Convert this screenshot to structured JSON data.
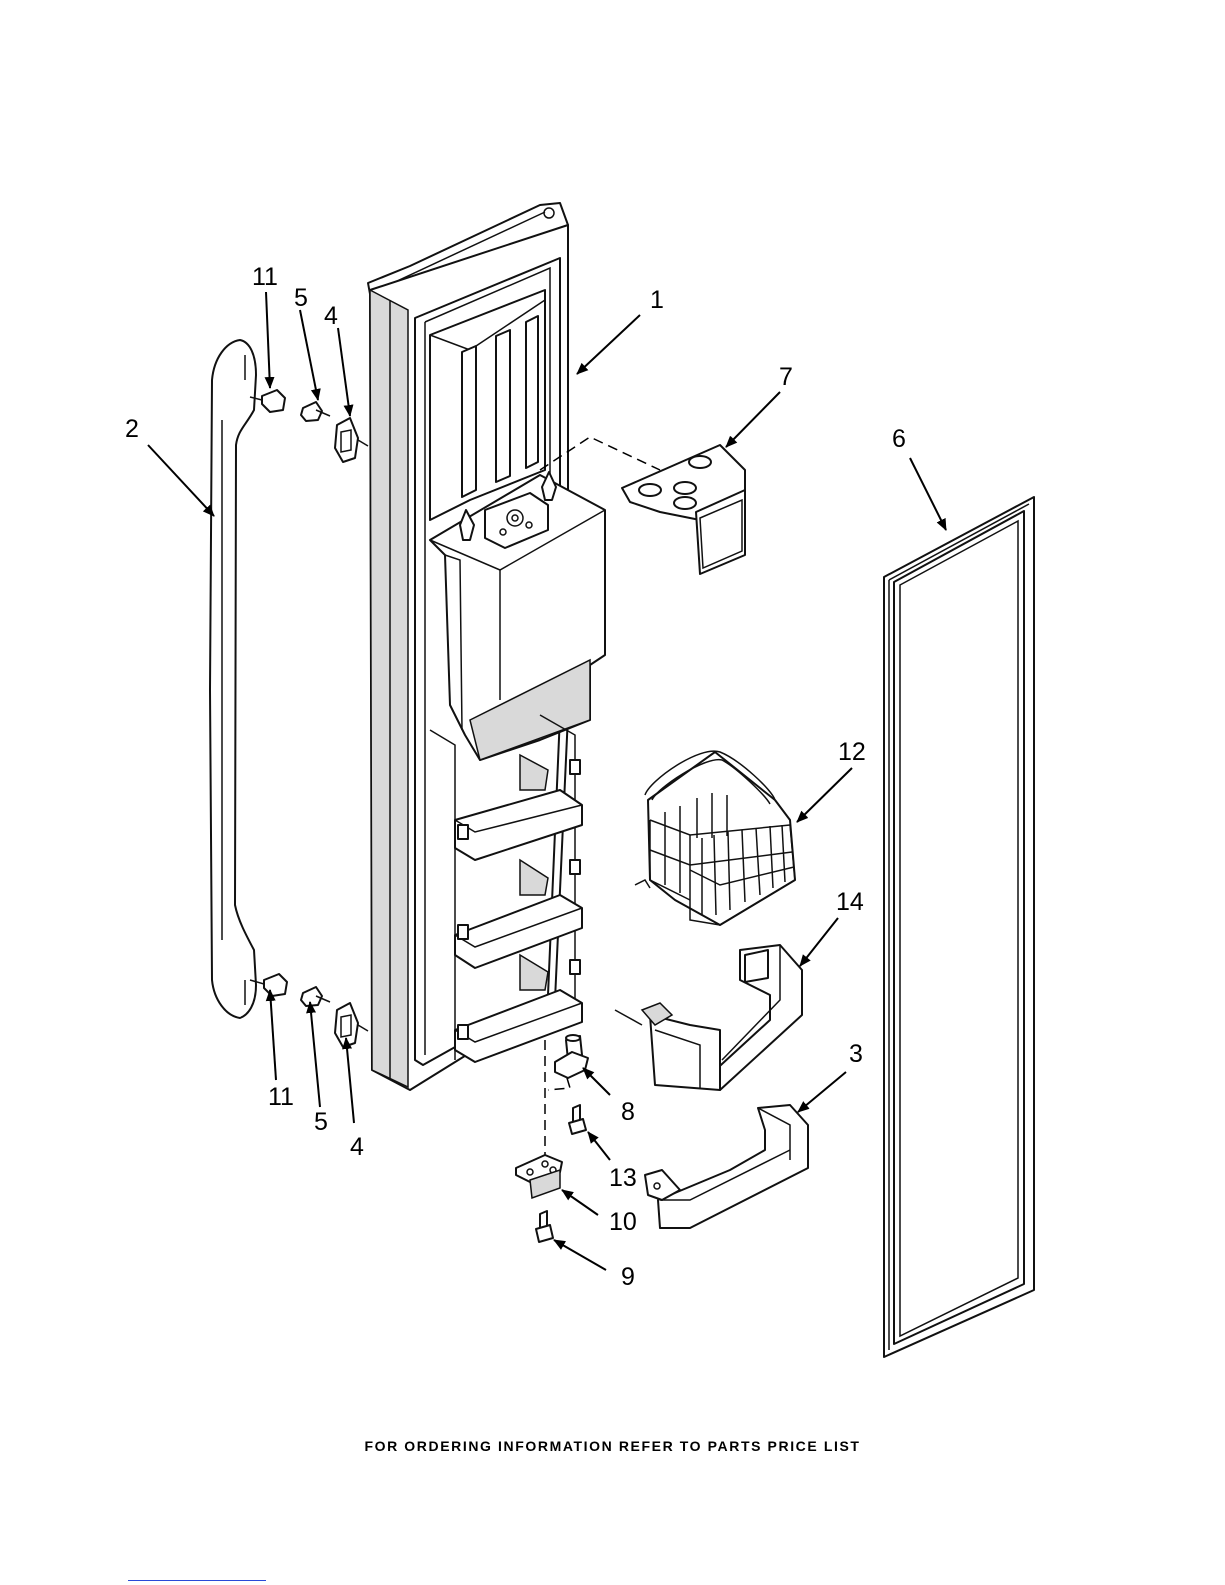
{
  "diagram": {
    "footer": "FOR ORDERING INFORMATION REFER TO PARTS PRICE LIST",
    "callouts": {
      "c1": "1",
      "c2": "2",
      "c3": "3",
      "c4_top": "4",
      "c4_bottom": "4",
      "c5_top": "5",
      "c5_bottom": "5",
      "c6": "6",
      "c7": "7",
      "c8": "8",
      "c9": "9",
      "c10": "10",
      "c11_top": "11",
      "c11_bottom": "11",
      "c12": "12",
      "c13": "13",
      "c14": "14"
    }
  }
}
